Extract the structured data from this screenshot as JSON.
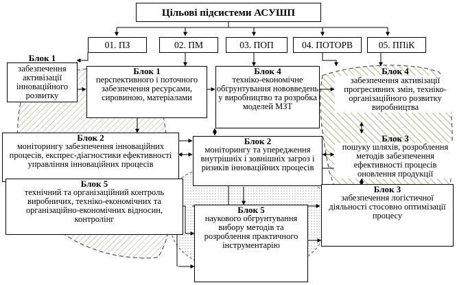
{
  "title": "Цільові підсистеми АСУШП",
  "subsystems": [
    "01. ПЗ",
    "02. ПМ",
    "03. ПОП",
    "04. ПОТОРВ",
    "05. ППіК"
  ],
  "blocks": {
    "b1_left": {
      "heading": "Блок 1",
      "text": "забезпечення активізації інноваційного розвитку"
    },
    "b1_mid": {
      "heading": "Блок 1",
      "text": "перспективного і поточного забезпечення ресурсами, сировиною, матеріалами"
    },
    "b4_mid": {
      "heading": "Блок 4",
      "text": "техніко-економічне обгрунтування нововведень у виробництво та розробка моделей МЗТ"
    },
    "b4_right": {
      "heading": "Блок 4",
      "text": "забезпечення активізації прогресивних змін, техніко-організаційного розвитку виробництва"
    },
    "b2_left": {
      "heading": "Блок 2",
      "text": "моніторингу забезпечення інноваційних процесів, експрес-діагностики ефективності управління інноваційних процесів"
    },
    "b2_mid": {
      "heading": "Блок 2",
      "text": "моніторингу та упередження внутрішніх і зовнішніх загроз і ризиків інноваційних процесів"
    },
    "b3_right": {
      "heading": "Блок 3",
      "text": "пошуку шляхів, розроблення методів забезпечення ефективності процесів оновлення продукції"
    },
    "b5_left": {
      "heading": "Блок 5",
      "text": "технічний та організаційний контроль виробничих, техніко-економічних та організаційно-економічних відносин, контролінг"
    },
    "b5_mid": {
      "heading": "Блок 5",
      "text": "наукового обгрунтування вибору методів та розроблення практичного інструментарію"
    },
    "b3_low": {
      "heading": "Блок 3",
      "text": "забезпечення логістичної діяльності стосовно оптимізації процесу"
    }
  },
  "colors": {
    "line": "#000000",
    "hatch": "#8a9a5b",
    "zone_dash": "#555555"
  }
}
